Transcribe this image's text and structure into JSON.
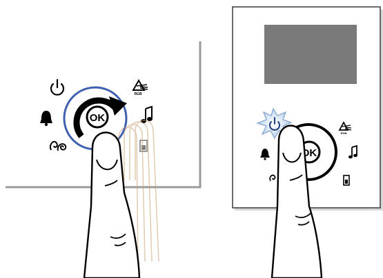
{
  "left_panel": {
    "ok_label": "OK",
    "icons": [
      "power-icon",
      "bell-icon",
      "spiral-icon",
      "prism-rgb-icon",
      "music-note-icon",
      "door-icon"
    ],
    "icon_small_text": "RGB",
    "gesture": "swipe-clockwise"
  },
  "right_panel": {
    "ok_label": "OK",
    "icons": [
      "power-icon",
      "bell-icon",
      "spiral-icon",
      "prism-rgb-icon",
      "music-note-icon",
      "door-icon"
    ],
    "icon_small_text": "RGB",
    "gesture": "tap-power",
    "screen_color": "#7a7a7a"
  },
  "colors": {
    "ring_blue": "#3f5fb0",
    "wall_line": "#9a9a9a",
    "tap_glow": "#cfe0f2"
  }
}
